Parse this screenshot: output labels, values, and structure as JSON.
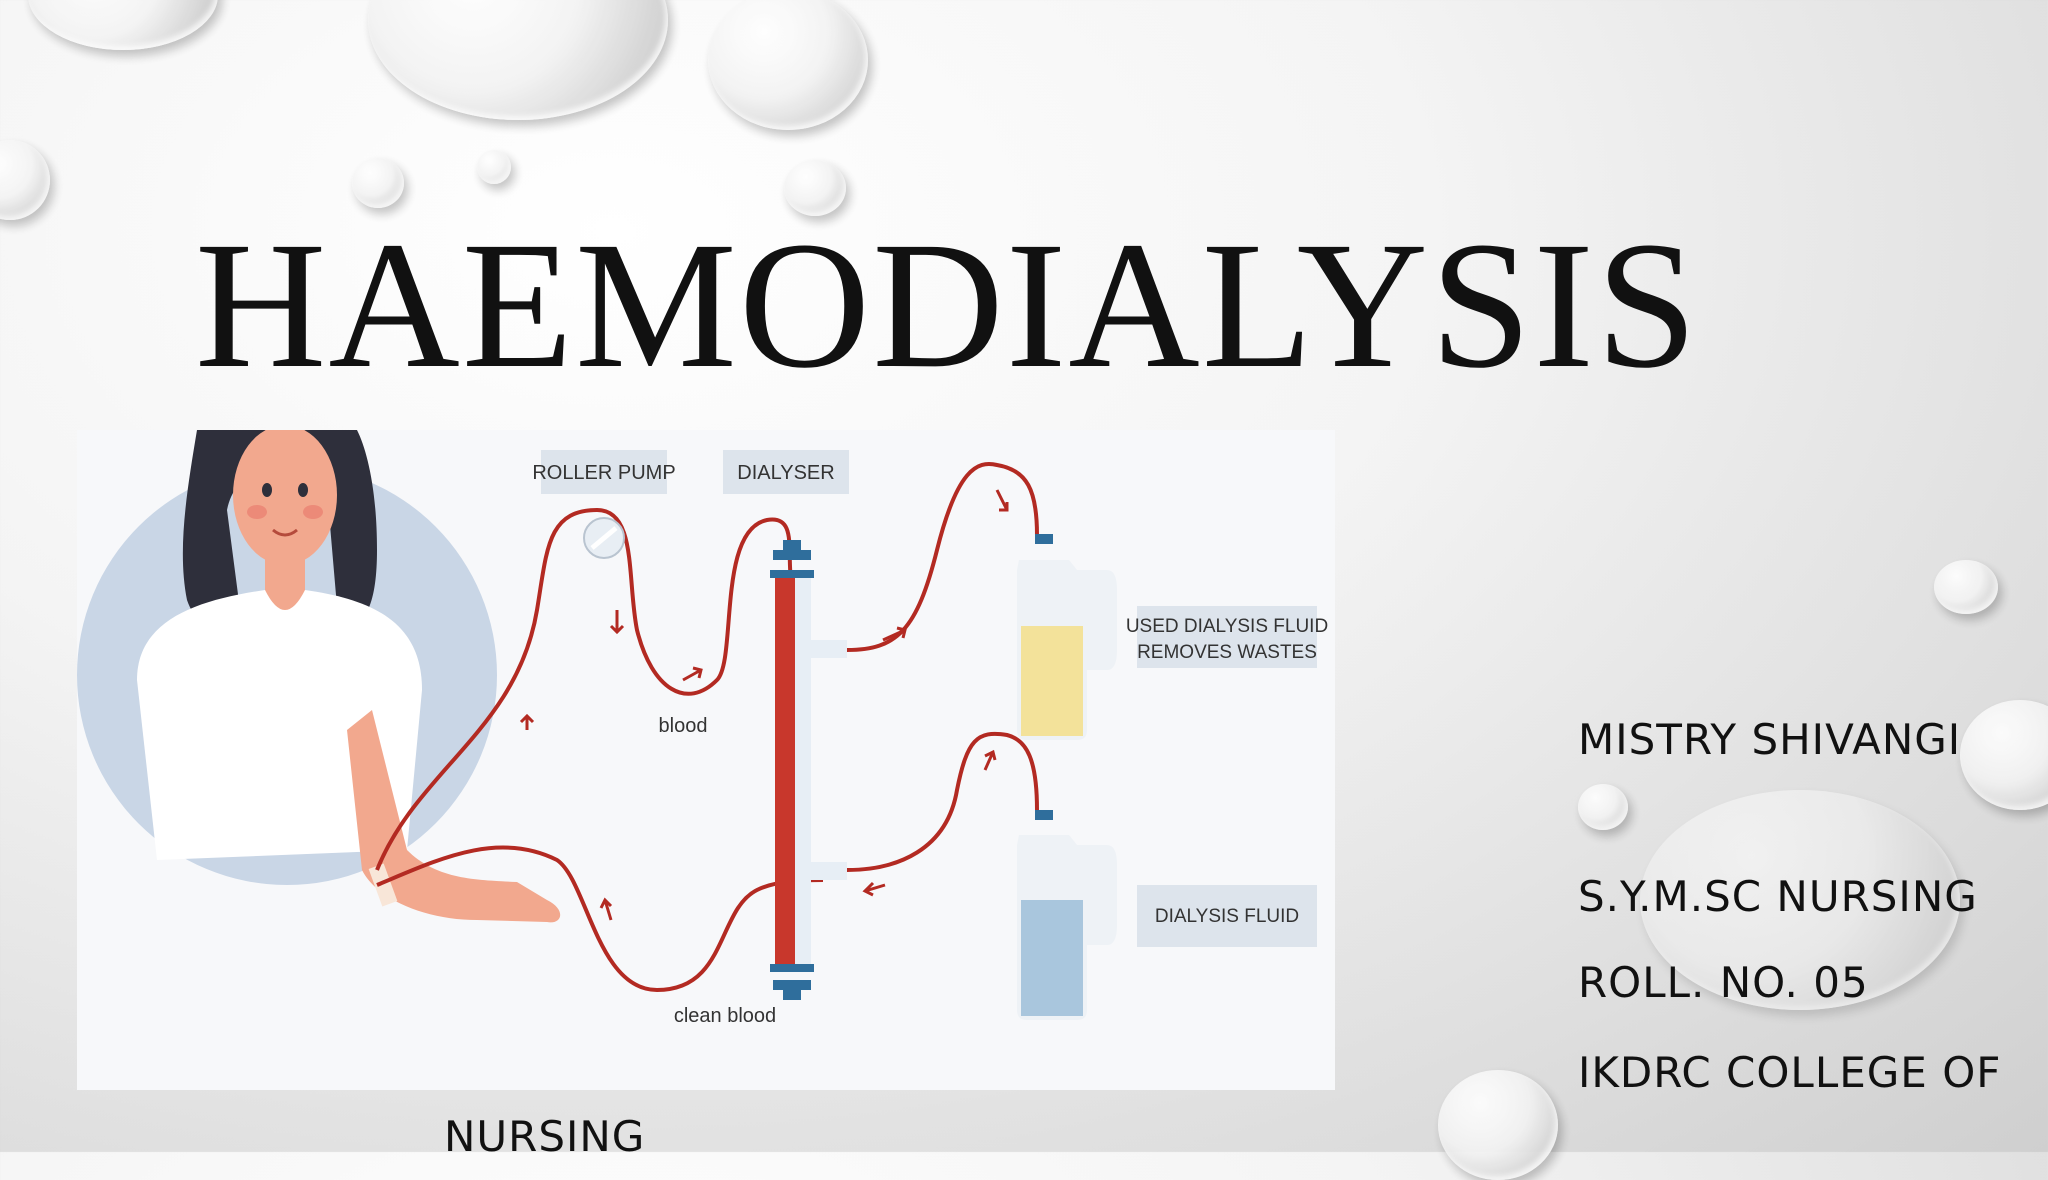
{
  "slide": {
    "title": "HAEMODIALYSIS",
    "presenter_name": "MISTRY SHIVANGI",
    "course": "S.Y.M.SC NURSING",
    "roll_no": "ROLL. NO. 05",
    "college_line1": "IKDRC COLLEGE OF",
    "college_line2": "NURSING"
  },
  "diagram": {
    "labels": {
      "roller_pump": "ROLLER PUMP",
      "dialyser": "DIALYSER",
      "used_fluid_line1": "USED DIALYSIS FLUID",
      "used_fluid_line2": "REMOVES WASTES",
      "dialysis_fluid": "DIALYSIS FLUID",
      "blood": "blood",
      "clean_blood": "clean blood"
    },
    "colors": {
      "tube": "#b32a22",
      "dialyser_blood": "#c8372c",
      "dialyser_cap": "#2f6e9c",
      "used_fluid": "#f3e29a",
      "fresh_fluid": "#a9c6dd",
      "label_box": "#dde4ec"
    }
  }
}
